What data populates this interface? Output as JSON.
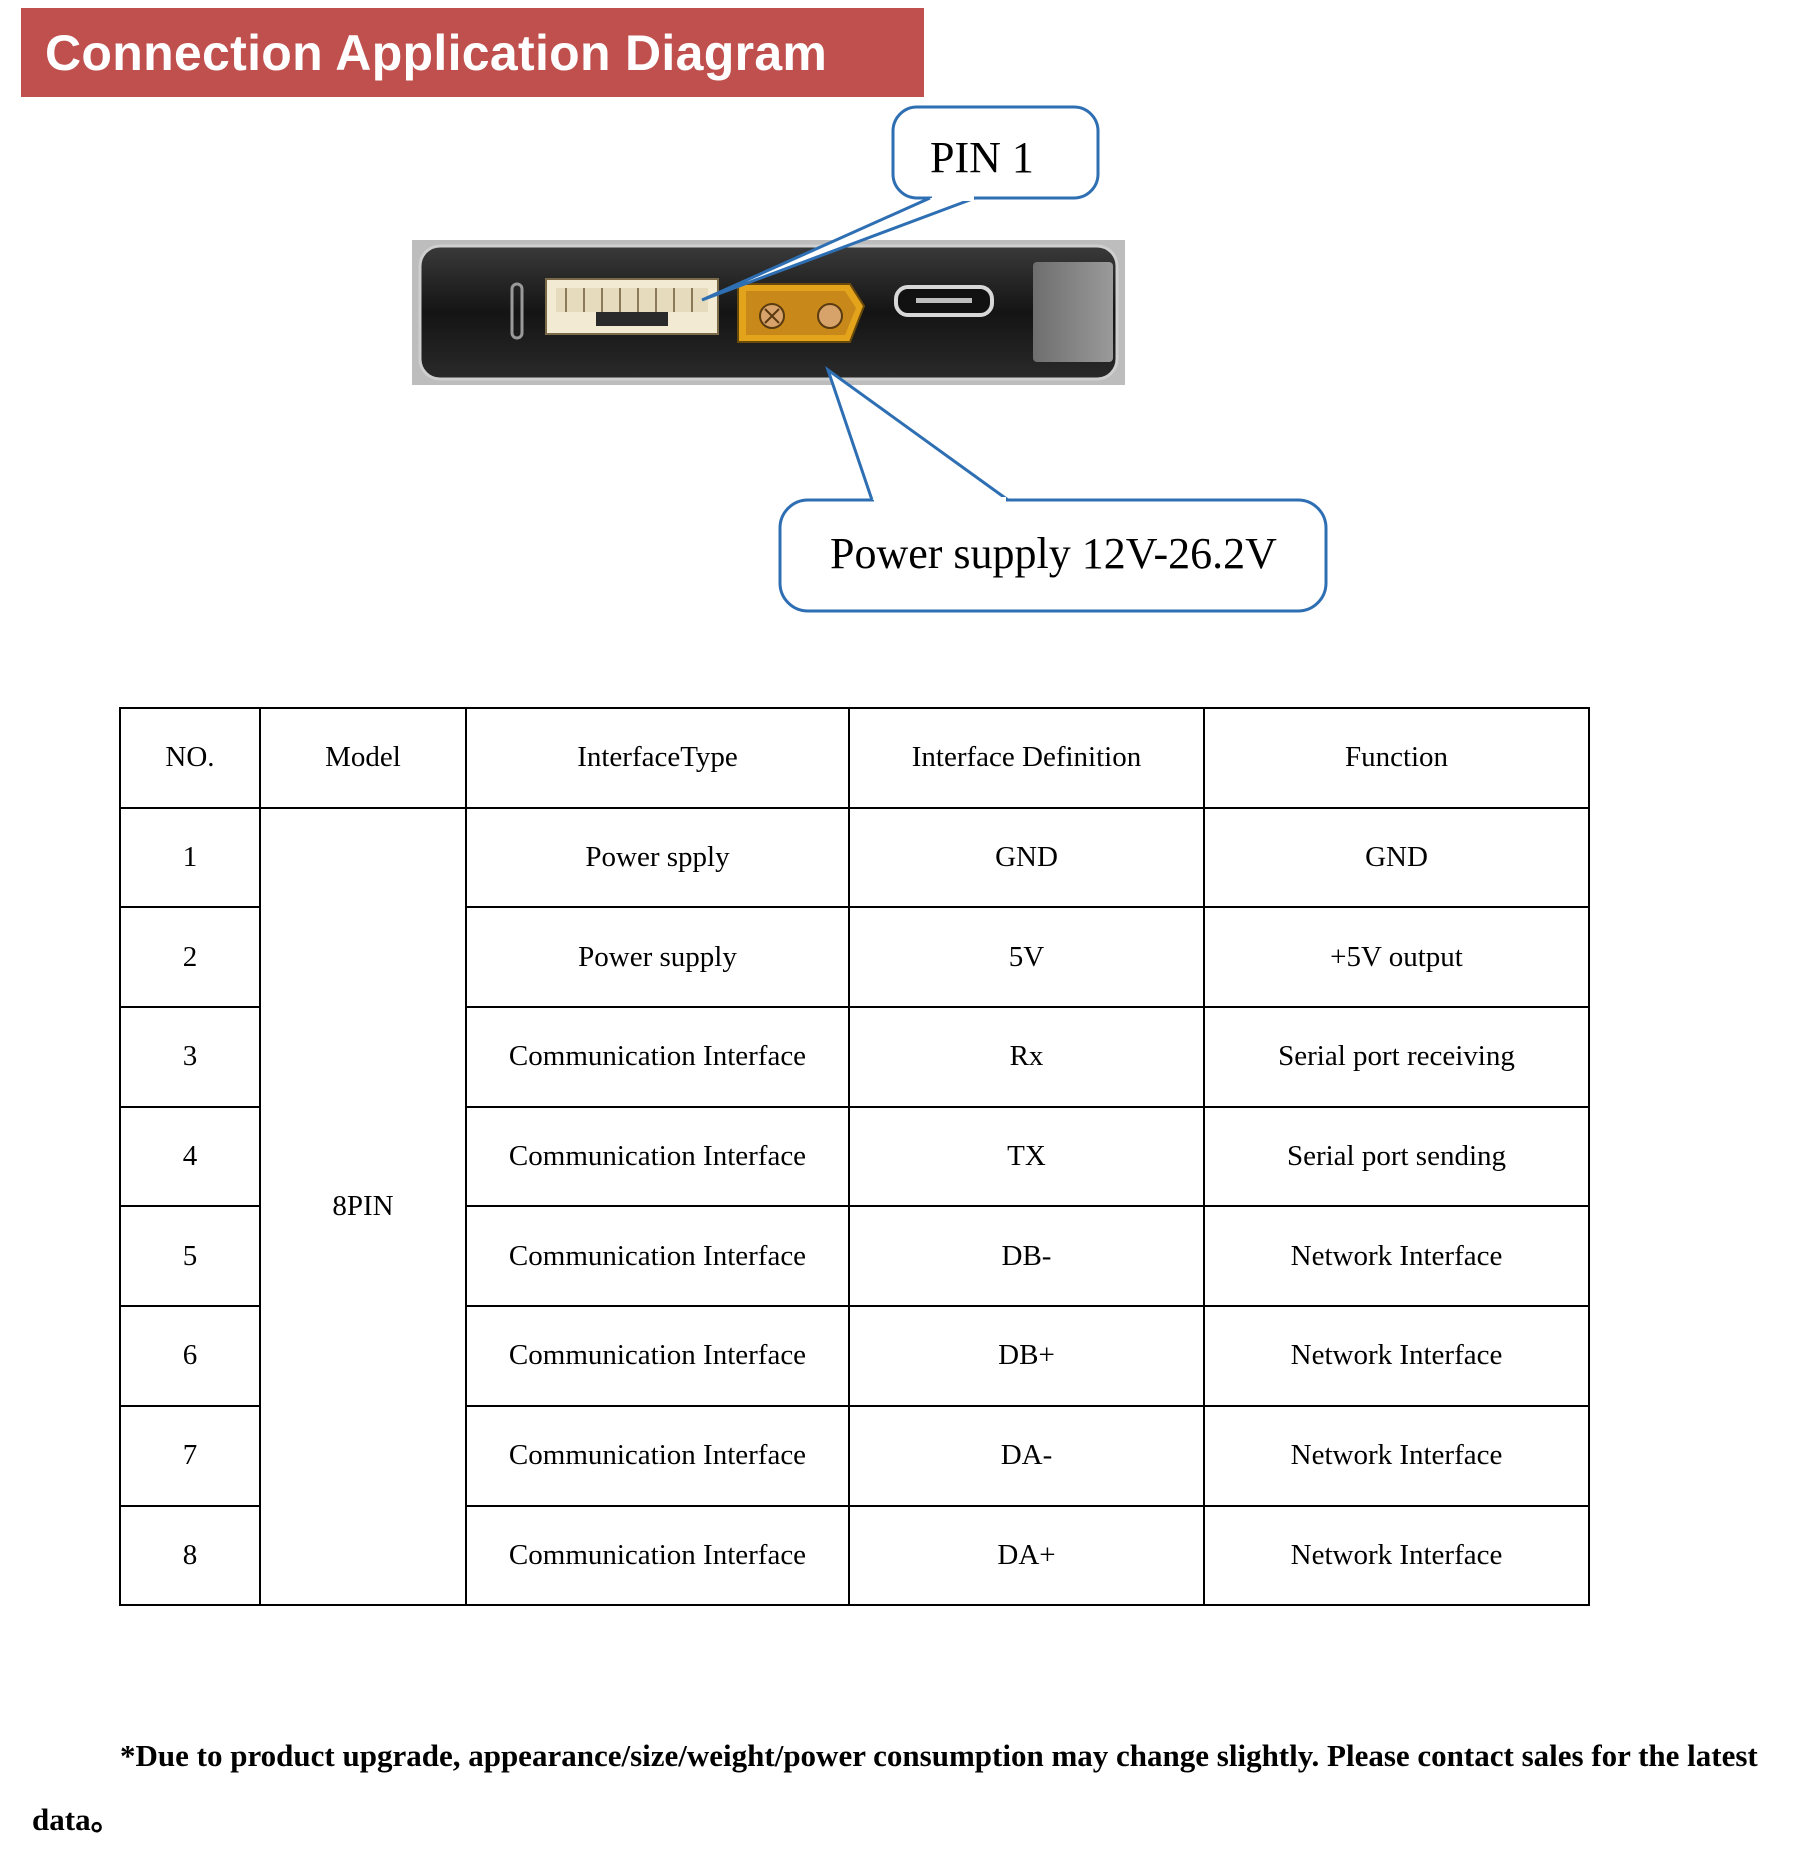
{
  "header": {
    "title": "Connection Application Diagram"
  },
  "diagram": {
    "pin1_callout": "PIN 1",
    "power_callout": "Power supply 12V-26.2V",
    "colors": {
      "callout_stroke": "#2e6fb3",
      "device_body": "#1b1b1b",
      "xt_connector": "#e3a41c",
      "jst_connector": "#efe6cc"
    }
  },
  "table": {
    "headers": [
      "NO.",
      "Model",
      "InterfaceType",
      "Interface Definition",
      "Function"
    ],
    "model": "8PIN",
    "rows": [
      {
        "no": "1",
        "type": "Power spply",
        "definition": "GND",
        "function": "GND"
      },
      {
        "no": "2",
        "type": "Power supply",
        "definition": "5V",
        "function": "+5V output"
      },
      {
        "no": "3",
        "type": "Communication Interface",
        "definition": "Rx",
        "function": "Serial port receiving"
      },
      {
        "no": "4",
        "type": "Communication Interface",
        "definition": "TX",
        "function": "Serial port sending"
      },
      {
        "no": "5",
        "type": "Communication Interface",
        "definition": "DB-",
        "function": "Network Interface"
      },
      {
        "no": "6",
        "type": "Communication Interface",
        "definition": "DB+",
        "function": "Network Interface"
      },
      {
        "no": "7",
        "type": "Communication Interface",
        "definition": "DA-",
        "function": "Network Interface"
      },
      {
        "no": "8",
        "type": "Communication Interface",
        "definition": "DA+",
        "function": "Network Interface"
      }
    ]
  },
  "footnote": "*Due to product upgrade, appearance/size/weight/power consumption may change slightly. Please contact sales for the latest data。"
}
